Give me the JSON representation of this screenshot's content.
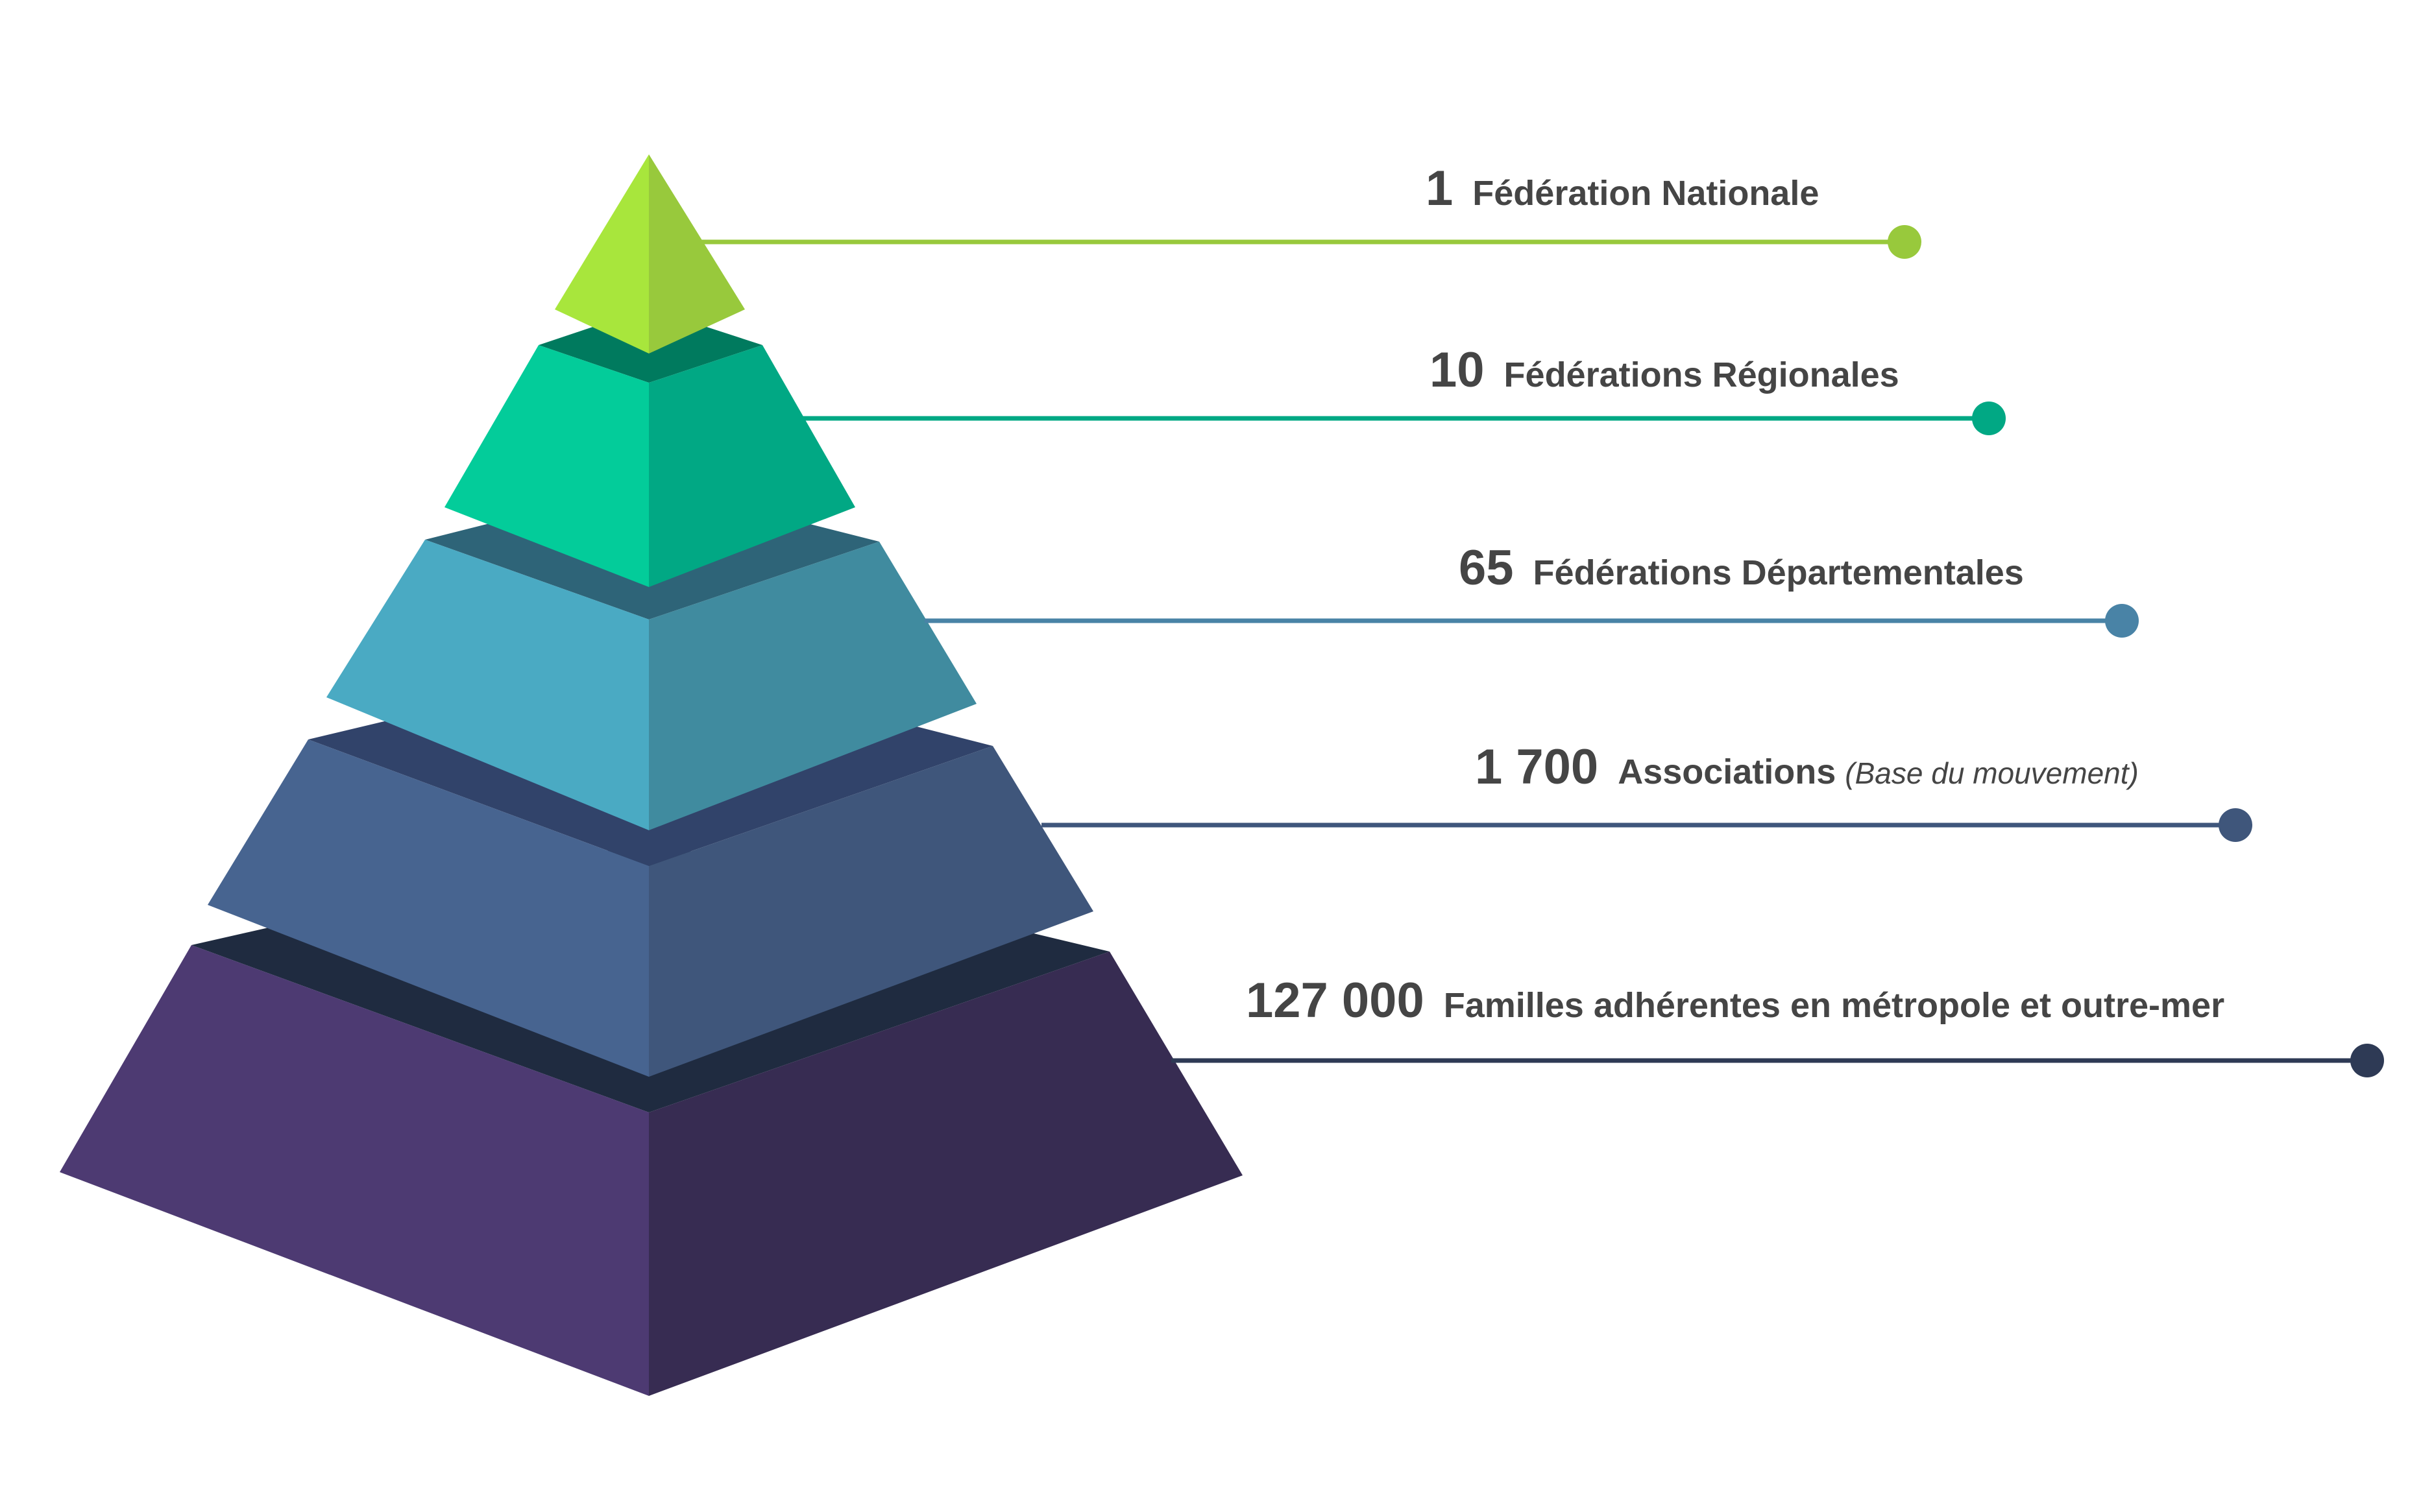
{
  "levels": [
    {
      "number": "1",
      "text": "Fédération Nationale",
      "note": "",
      "colors": {
        "left": "#a8e63c",
        "right": "#98c93c",
        "top": "#8fd13a",
        "line": "#98c93c"
      }
    },
    {
      "number": "10",
      "text": "Fédérations Régionales",
      "note": "",
      "colors": {
        "left": "#03cc9a",
        "right": "#01a884",
        "top": "#007a5e",
        "line": "#01a884"
      }
    },
    {
      "number": "65",
      "text": "Fédérations Départementales",
      "note": "",
      "colors": {
        "left": "#4aaac3",
        "right": "#408b9f",
        "top": "#2e6478",
        "line": "#4983a6"
      }
    },
    {
      "number": "1 700",
      "text": "Associations",
      "note": "(Base du mouvement)",
      "colors": {
        "left": "#476490",
        "right": "#3f567b",
        "top": "#31436a",
        "line": "#3f567b"
      }
    },
    {
      "number": "127 000",
      "text": "Familles adhérentes en métropole et outre-mer",
      "note": "",
      "colors": {
        "left": "#4d3a72",
        "right": "#372c52",
        "top": "#1f2b40",
        "line": "#2e3a55"
      }
    }
  ]
}
